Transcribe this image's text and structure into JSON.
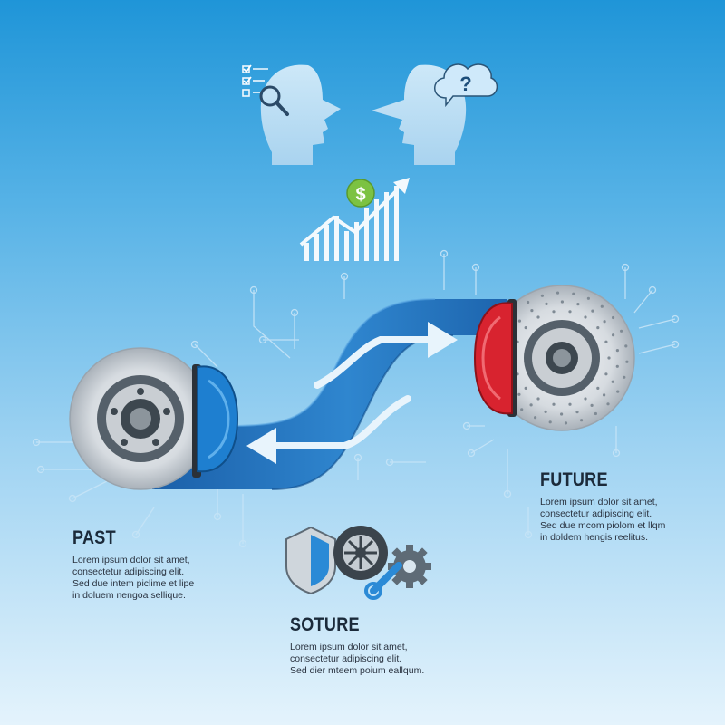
{
  "sections": {
    "past": {
      "title": "PAST",
      "text": "Lorem ipsum dolor sit amet,\nconsectetur adipiscing elit.\nSed due intem piclime et lipe\nin doluem nengoa sellique."
    },
    "future": {
      "title": "FUTURE",
      "text": "Lorem ipsum dolor sit amet,\nconsectetur adipiscing elit.\nSed due mcom piolom et llqm\nin doldem hengis reelitus."
    },
    "soture": {
      "title": "SOTURE",
      "text": "Lorem ipsum dolor sit amet,\nconsectetur adipiscing elit.\nSed dier mteem poium eallqum."
    }
  },
  "icons": {
    "question_mark": "?",
    "currency": "$"
  },
  "colors": {
    "background_top": "#1f95d8",
    "background_bottom": "#e4f3fc",
    "path_blue": "#2a7cc6",
    "caliper_blue": "#1e7fd0",
    "caliper_red": "#d8232f",
    "coin_green": "#7cc242"
  }
}
